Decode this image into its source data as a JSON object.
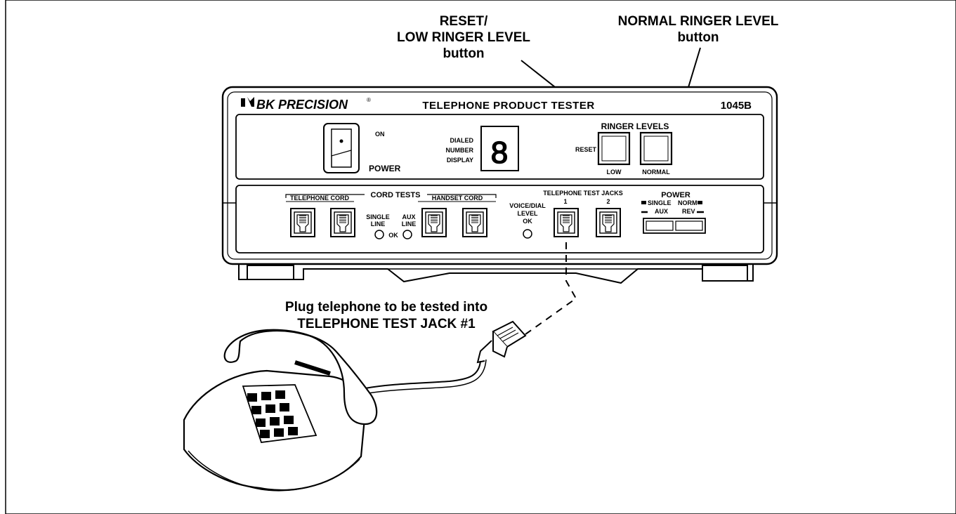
{
  "callouts": {
    "reset_line1": "RESET/",
    "reset_line2": "LOW RINGER LEVEL",
    "reset_line3": "button",
    "normal_line1": "NORMAL RINGER LEVEL",
    "normal_line2": "button",
    "plug_line1": "Plug telephone to be tested into",
    "plug_line2": "TELEPHONE TEST JACK #1"
  },
  "device": {
    "brand": "BK PRECISION",
    "brand_mark": "®",
    "title": "TELEPHONE PRODUCT TESTER",
    "model": "1045B",
    "power_on": "ON",
    "power_label": "POWER",
    "dialed_1": "DIALED",
    "dialed_2": "NUMBER",
    "dialed_3": "DISPLAY",
    "digit": "8",
    "ringer_levels": "RINGER LEVELS",
    "reset": "RESET",
    "low": "LOW",
    "normal": "NORMAL",
    "cord_tests": "CORD TESTS",
    "telephone_cord": "TELEPHONE CORD",
    "handset_cord": "HANDSET CORD",
    "single": "SINGLE",
    "line": "LINE",
    "aux": "AUX",
    "ok": "OK",
    "voice_dial": "VOICE/DIAL",
    "level": "LEVEL",
    "test_jacks": "TELEPHONE TEST JACKS",
    "jack1": "1",
    "jack2": "2",
    "power_sw": "POWER",
    "single_sw": "SINGLE",
    "norm_sw": "NORM",
    "aux_sw": "AUX",
    "rev_sw": "REV"
  }
}
